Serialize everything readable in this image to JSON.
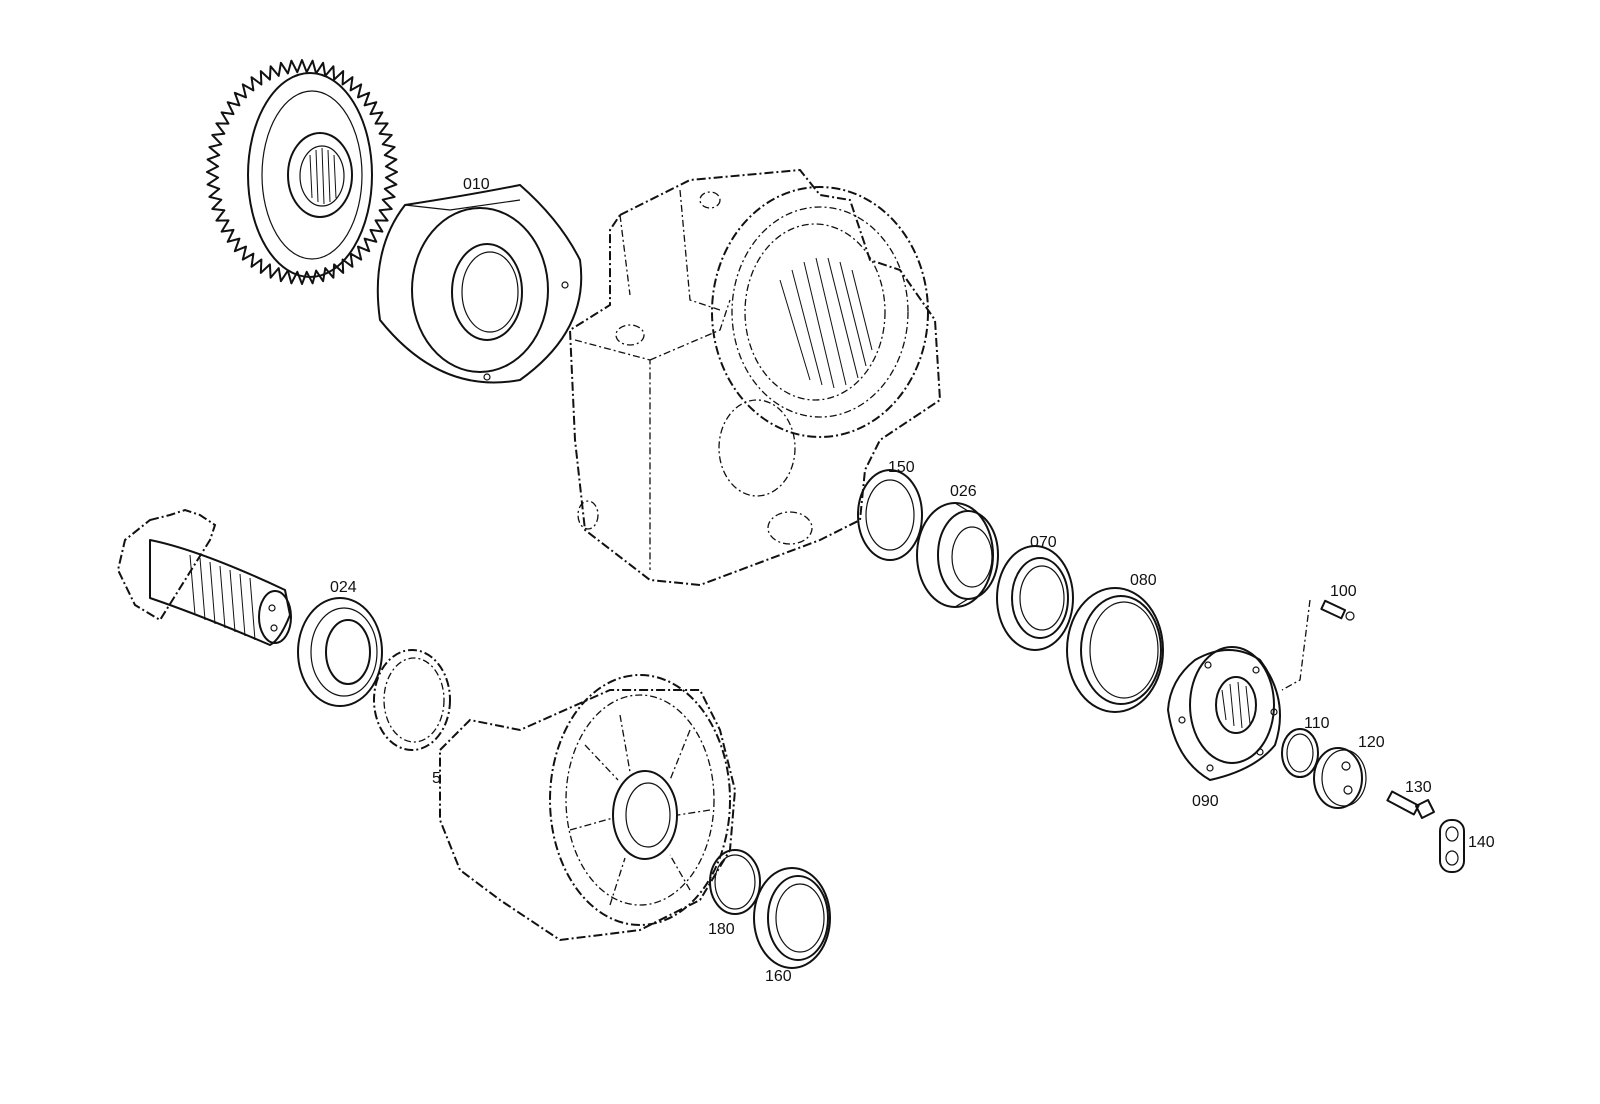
{
  "labels": {
    "p010": "010",
    "p024": "024",
    "p026": "026",
    "p070": "070",
    "p080": "080",
    "p090": "090",
    "p100": "100",
    "p110": "110",
    "p120": "120",
    "p130": "130",
    "p140": "140",
    "p150": "150",
    "p160": "160",
    "p180": "180",
    "p5": "5"
  }
}
